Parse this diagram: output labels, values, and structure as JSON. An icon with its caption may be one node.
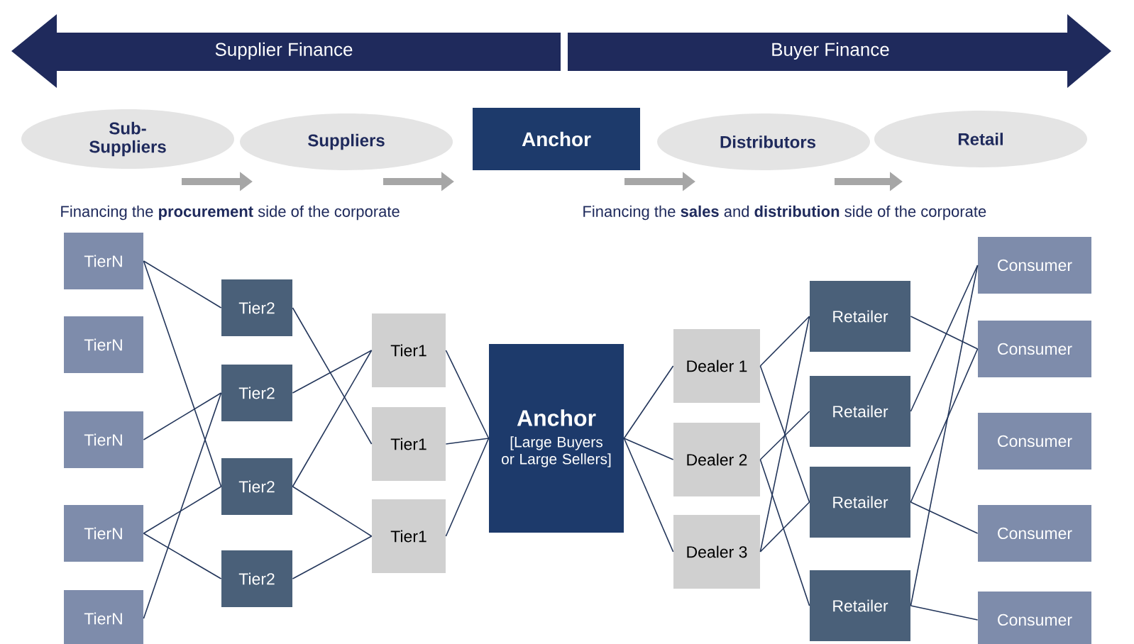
{
  "diagram": {
    "nodes": [
      {
        "text": [
          "Supplier Finance"
        ]
      },
      {
        "text": [
          "Buyer Finance"
        ]
      },
      {
        "text": [
          "Sub-Suppliers"
        ]
      },
      {
        "text": [
          "Suppliers"
        ]
      },
      {
        "text": [
          "Anchor"
        ]
      },
      {
        "text": [
          "Distributors"
        ]
      },
      {
        "text": [
          "Retail"
        ]
      },
      {
        "text": [
          "TierN"
        ]
      },
      {
        "text": [
          "TierN"
        ]
      },
      {
        "text": [
          "TierN"
        ]
      },
      {
        "text": [
          "TierN"
        ]
      },
      {
        "text": [
          "TierN"
        ]
      },
      {
        "text": [
          "Tier2"
        ]
      },
      {
        "text": [
          "Tier2"
        ]
      },
      {
        "text": [
          "Tier2"
        ]
      },
      {
        "text": [
          "Tier2"
        ]
      },
      {
        "text": [
          "Tier1"
        ]
      },
      {
        "text": [
          "Tier1"
        ]
      },
      {
        "text": [
          "Tier1"
        ]
      },
      {
        "text": [
          "Anchor",
          "[Large Buyers or Large Sellers]"
        ]
      },
      {
        "text": [
          "Dealer 1"
        ]
      },
      {
        "text": [
          "Dealer 2"
        ]
      },
      {
        "text": [
          "Dealer 3"
        ]
      },
      {
        "text": [
          "Retailer"
        ]
      },
      {
        "text": [
          "Retailer"
        ]
      },
      {
        "text": [
          "Retailer"
        ]
      },
      {
        "text": [
          "Retailer"
        ]
      },
      {
        "text": [
          "Consumer"
        ]
      },
      {
        "text": [
          "Consumer"
        ]
      },
      {
        "text": [
          "Consumer"
        ]
      },
      {
        "text": [
          "Consumer"
        ]
      },
      {
        "text": [
          "Consumer"
        ]
      }
    ],
    "edges": [
      {
        "from": 2,
        "to": 3,
        "arrow": "to",
        "style": "thick",
        "color": "#a6a6a6"
      },
      {
        "from": 3,
        "to": 4,
        "arrow": "to",
        "style": "thick",
        "color": "#a6a6a6"
      },
      {
        "from": 4,
        "to": 5,
        "arrow": "to",
        "style": "thick",
        "color": "#a6a6a6"
      },
      {
        "from": 5,
        "to": 6,
        "arrow": "to",
        "style": "thick",
        "color": "#a6a6a6"
      },
      {
        "from": 7,
        "to": 12,
        "arrow": "none"
      },
      {
        "from": 7,
        "to": 14,
        "arrow": "none"
      },
      {
        "from": 9,
        "to": 13,
        "arrow": "none"
      },
      {
        "from": 10,
        "to": 14,
        "arrow": "none"
      },
      {
        "from": 10,
        "to": 15,
        "arrow": "none"
      },
      {
        "from": 11,
        "to": 13,
        "arrow": "none"
      },
      {
        "from": 12,
        "to": 17,
        "arrow": "none"
      },
      {
        "from": 13,
        "to": 16,
        "arrow": "none"
      },
      {
        "from": 14,
        "to": 16,
        "arrow": "none"
      },
      {
        "from": 14,
        "to": 18,
        "arrow": "none"
      },
      {
        "from": 15,
        "to": 18,
        "arrow": "none"
      },
      {
        "from": 16,
        "to": 19,
        "arrow": "none"
      },
      {
        "from": 17,
        "to": 19,
        "arrow": "none"
      },
      {
        "from": 18,
        "to": 19,
        "arrow": "none"
      },
      {
        "from": 19,
        "to": 20,
        "arrow": "none"
      },
      {
        "from": 19,
        "to": 21,
        "arrow": "none"
      },
      {
        "from": 19,
        "to": 22,
        "arrow": "none"
      },
      {
        "from": 20,
        "to": 23,
        "arrow": "none"
      },
      {
        "from": 20,
        "to": 25,
        "arrow": "none"
      },
      {
        "from": 21,
        "to": 24,
        "arrow": "none"
      },
      {
        "from": 21,
        "to": 26,
        "arrow": "none"
      },
      {
        "from": 22,
        "to": 23,
        "arrow": "none"
      },
      {
        "from": 22,
        "to": 25,
        "arrow": "none"
      },
      {
        "from": 23,
        "to": 28,
        "arrow": "none"
      },
      {
        "from": 24,
        "to": 27,
        "arrow": "none"
      },
      {
        "from": 25,
        "to": 28,
        "arrow": "none"
      },
      {
        "from": 25,
        "to": 30,
        "arrow": "none"
      },
      {
        "from": 26,
        "to": 27,
        "arrow": "none"
      },
      {
        "from": 26,
        "to": 31,
        "arrow": "none"
      }
    ],
    "labels": [
      "Financing the **procurement** side of the corporate",
      "Financing the **sales** and **distribution** side of the corporate"
    ]
  }
}
